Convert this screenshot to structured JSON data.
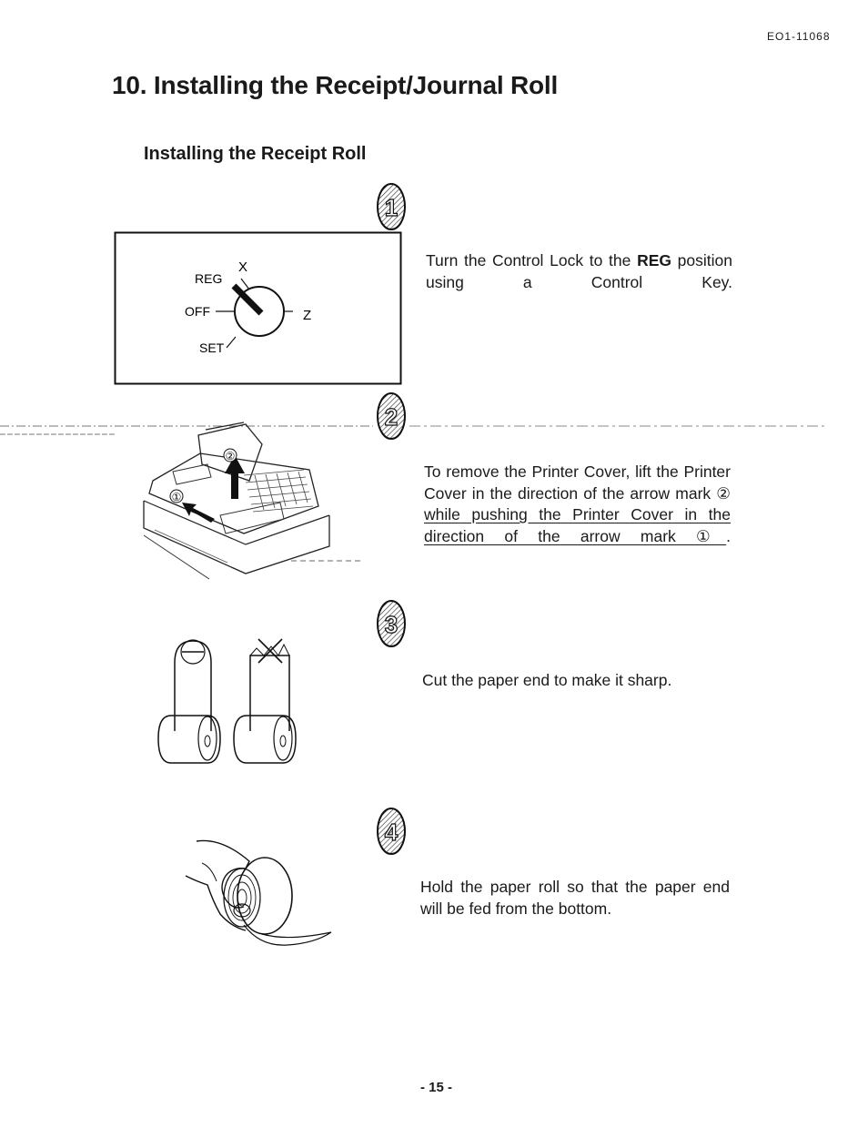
{
  "header": {
    "doc_id": "EO1-11068"
  },
  "title": "10. Installing the Receipt/Journal Roll",
  "section_title": "Installing the Receipt Roll",
  "steps": [
    {
      "number": "1",
      "text_pre": "Turn the Control Lock to the ",
      "text_bold": "REG",
      "text_post": " position using a Control Key.",
      "dial_labels": {
        "x": "X",
        "reg": "REG",
        "off": "OFF",
        "z": "Z",
        "set": "SET"
      }
    },
    {
      "number": "2",
      "text_plain": "To remove the Printer Cover, lift the Printer Cover in the direction of the arrow mark ② ",
      "text_underlined": "while pushing the Printer Cover in the direction of the arrow mark ①",
      "text_end": ".",
      "callouts": {
        "a": "②",
        "b": "①"
      }
    },
    {
      "number": "3",
      "text": "Cut the paper end to make it sharp."
    },
    {
      "number": "4",
      "text": "Hold the paper roll so that the paper end will be fed from the bottom."
    }
  ],
  "footer": {
    "page_number": "- 15 -"
  }
}
